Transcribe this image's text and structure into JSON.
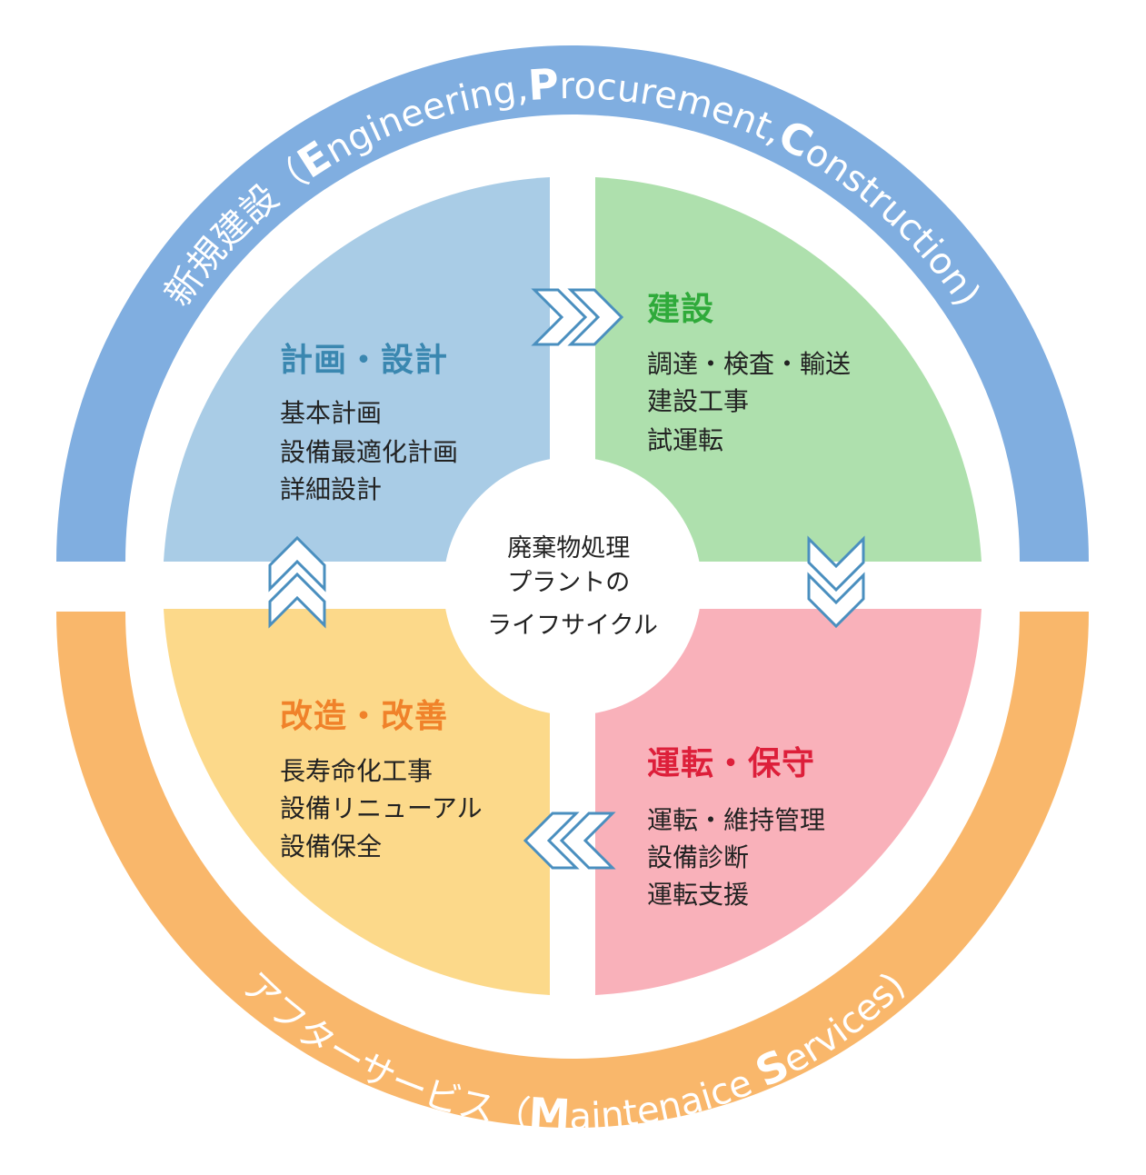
{
  "ring_top": {
    "prefix": "新規建設（",
    "parts": [
      {
        "big": "E",
        "rest": "ngineering,"
      },
      {
        "big": "P",
        "rest": "rocurement,"
      },
      {
        "big": "C",
        "rest": "onstruction)"
      }
    ],
    "color": "#80aee0"
  },
  "ring_bottom": {
    "prefix": "アフターサービス（",
    "parts": [
      {
        "big": "M",
        "rest": "aintenaice "
      },
      {
        "big": "S",
        "rest": "ervices)"
      }
    ],
    "color": "#f9b76b"
  },
  "center": {
    "lines": [
      "廃棄物処理",
      "プラントの",
      "ライフサイクル"
    ]
  },
  "quadrants": {
    "top_left": {
      "title": "計画・設計",
      "items": [
        "基本計画",
        "設備最適化計画",
        "詳細設計"
      ],
      "fill": "#a9cce6",
      "title_color": "#3a87b0"
    },
    "top_right": {
      "title": "建設",
      "items": [
        "調達・検査・輸送",
        "建設工事",
        "試運転"
      ],
      "fill": "#aee0ad",
      "title_color": "#2faa3a"
    },
    "bottom_right": {
      "title": "運転・保守",
      "items": [
        "運転・維持管理",
        "設備診断",
        "運転支援"
      ],
      "fill": "#f9b1ba",
      "title_color": "#dd1f3a"
    },
    "bottom_left": {
      "title": "改造・改善",
      "items": [
        "長寿命化工事",
        "設備リニューアル",
        "設備保全"
      ],
      "fill": "#fcd98a",
      "title_color": "#f0822a"
    }
  },
  "arrow_color": "#4a8fbf",
  "arrows": [
    {
      "name": "arrow-planning-to-construction-icon",
      "direction": "right"
    },
    {
      "name": "arrow-construction-to-operation-icon",
      "direction": "down"
    },
    {
      "name": "arrow-operation-to-improvement-icon",
      "direction": "left"
    },
    {
      "name": "arrow-improvement-to-planning-icon",
      "direction": "up"
    }
  ]
}
